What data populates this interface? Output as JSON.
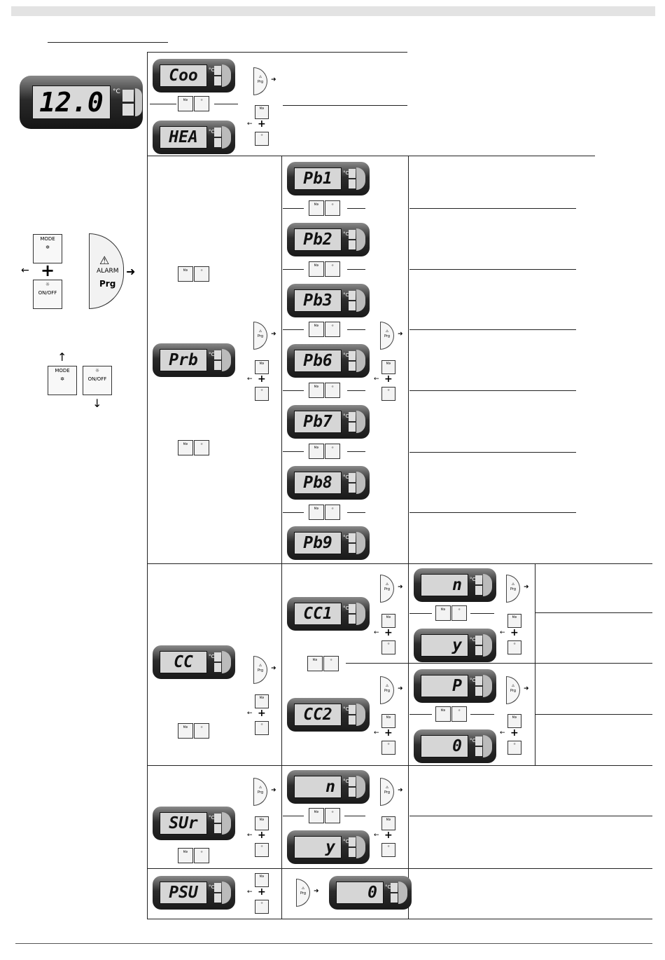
{
  "header": {
    "section_title": ""
  },
  "main_display": {
    "value": "12.0",
    "unit": "°C"
  },
  "keys": {
    "mode": "MODE",
    "onoff": "ON/OFF",
    "alarm": "ALARM",
    "prg": "Prg",
    "plus": "+"
  },
  "displays": {
    "coo": "Coo",
    "hea": "HEA",
    "prb": "Prb",
    "pb1": "Pb1",
    "pb2": "Pb2",
    "pb3": "Pb3",
    "pb6": "Pb6",
    "pb7": "Pb7",
    "pb8": "Pb8",
    "pb9": "Pb9",
    "cc": "CC",
    "cc1": "CC1",
    "cc2": "CC2",
    "n1": "n",
    "y1": "y",
    "p": "P",
    "zero1": "0",
    "sur": "SUr",
    "n2": "n",
    "y2": "y",
    "psu": "PSU",
    "zero2": "0"
  },
  "colors": {
    "line": "#222222",
    "screen": "#d6d6d6",
    "bezel": "#1a1a1a"
  }
}
